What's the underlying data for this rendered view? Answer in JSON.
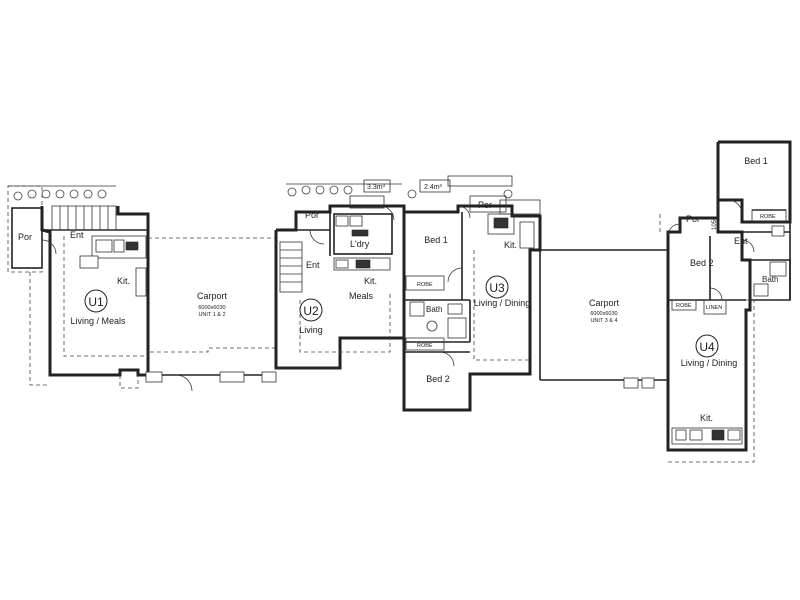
{
  "units": {
    "u1": {
      "id": "U1",
      "main": "Living / Meals",
      "kit": "Kit.",
      "ent": "Ent",
      "por": "Por"
    },
    "u2": {
      "id": "U2",
      "main": "Living",
      "meals": "Meals",
      "kit": "Kit.",
      "ent": "Ent",
      "por": "Por",
      "ldry": "L'dry"
    },
    "u3": {
      "id": "U3",
      "main": "Living / Dining",
      "kit": "Kit.",
      "bed1": "Bed 1",
      "bed2": "Bed 2",
      "bath": "Bath",
      "robe1": "ROBE",
      "robe2": "ROBE",
      "por": "Por"
    },
    "u4": {
      "id": "U4",
      "main": "Living / Dining",
      "kit": "Kit.",
      "bed1": "Bed 1",
      "bed2": "Bed 2",
      "bath": "Bath",
      "ent": "Ent",
      "por": "Por",
      "robe1": "ROBE",
      "robe2": "ROBE",
      "linen": "LINEN"
    }
  },
  "carports": [
    {
      "title": "Carport",
      "size": "6000x6030",
      "units": "UNIT 1 & 2"
    },
    {
      "title": "Carport",
      "size": "6000x6030",
      "units": "UNIT 3 & 4"
    }
  ],
  "notes": {
    "tank1": "3.3m³",
    "tank2": "2.4m³",
    "dim1050": "1050"
  }
}
